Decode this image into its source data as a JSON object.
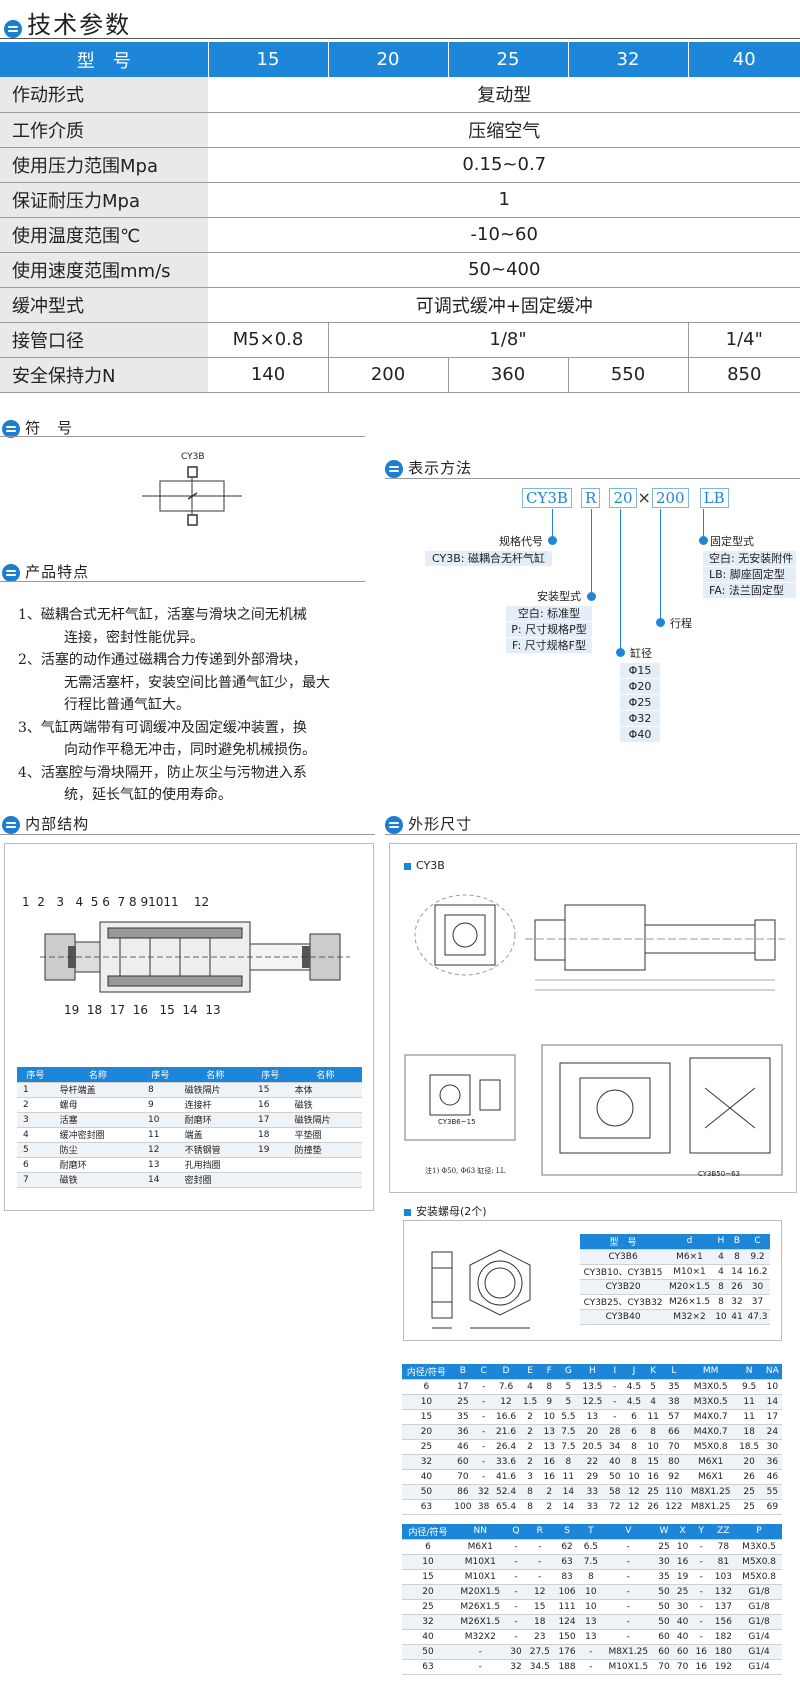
{
  "sections": {
    "specs": "技术参数",
    "symbol": "符　号",
    "notation": "表示方法",
    "features": "产品特点",
    "structure": "内部结构",
    "dimensions": "外形尺寸"
  },
  "spec_table": {
    "header": [
      "型　号",
      "15",
      "20",
      "25",
      "32",
      "40"
    ],
    "rows": [
      {
        "label": "作动形式",
        "value": "复动型"
      },
      {
        "label": "工作介质",
        "value": "压缩空气"
      },
      {
        "label": "使用压力范围Mpa",
        "value": "0.15~0.7"
      },
      {
        "label": "保证耐压力Mpa",
        "value": "1"
      },
      {
        "label": "使用温度范围℃",
        "value": "-10~60"
      },
      {
        "label": "使用速度范围mm/s",
        "value": "50~400"
      },
      {
        "label": "缓冲型式",
        "value": "可调式缓冲+固定缓冲"
      }
    ],
    "port": {
      "label": "接管口径",
      "v15": "M5×0.8",
      "v2032": "1/8\"",
      "v40": "1/4\""
    },
    "hold": {
      "label": "安全保持力N",
      "values": [
        "140",
        "200",
        "360",
        "550",
        "850"
      ]
    }
  },
  "symbol": {
    "caption": "CY3B"
  },
  "notation": {
    "code": [
      "CY3B",
      "R",
      "20",
      "×",
      "200",
      "LB"
    ],
    "spec_code": {
      "title": "规格代号",
      "items": [
        "CY3B: 磁耦合无杆气缸"
      ]
    },
    "mount": {
      "title": "安装型式",
      "items": [
        "空白: 标准型",
        "P: 尺寸规格P型",
        "F: 尺寸规格F型"
      ]
    },
    "bore": {
      "title": "缸径",
      "items": [
        "Φ15",
        "Φ20",
        "Φ25",
        "Φ32",
        "Φ40"
      ]
    },
    "stroke": {
      "title": "行程"
    },
    "fix": {
      "title": "固定型式",
      "items": [
        "空白: 无安装附件",
        "LB: 脚座固定型",
        "FA: 法兰固定型"
      ]
    }
  },
  "features": [
    {
      "first": "1、磁耦合式无杆气缸，活塞与滑块之间无机械",
      "rest": "连接，密封性能优异。"
    },
    {
      "first": "2、活塞的动作通过磁耦合力传递到外部滑块，",
      "rest": "无需活塞杆，安装空间比普通气缸少，最大"
    },
    {
      "first": "",
      "rest": "行程比普通气缸大。"
    },
    {
      "first": "3、气缸两端带有可调缓冲及固定缓冲装置，换",
      "rest": "向动作平稳无冲击，同时避免机械损伤。"
    },
    {
      "first": "4、活塞腔与滑块隔开，防止灰尘与污物进入系",
      "rest": "统，延长气缸的使用寿命。"
    }
  ],
  "structure": {
    "top_numbers": [
      "1",
      "2",
      "3",
      "4",
      "5",
      "6",
      "7",
      "8",
      "9",
      "10",
      "11",
      "12"
    ],
    "bottom_numbers": [
      "19",
      "18",
      "17",
      "16",
      "15",
      "14",
      "13"
    ],
    "parts_header": [
      "序号",
      "名称",
      "序号",
      "名称",
      "序号",
      "名称"
    ],
    "parts": [
      [
        "1",
        "导杆端盖",
        "8",
        "磁铁隔片",
        "15",
        "本体"
      ],
      [
        "2",
        "螺母",
        "9",
        "连接杆",
        "16",
        "磁铁"
      ],
      [
        "3",
        "活塞",
        "10",
        "耐磨环",
        "17",
        "磁铁隔片"
      ],
      [
        "4",
        "缓冲密封圈",
        "11",
        "端盖",
        "18",
        "平垫圈"
      ],
      [
        "5",
        "防尘",
        "12",
        "不锈钢管",
        "19",
        "防撞垫"
      ],
      [
        "6",
        "耐磨环",
        "13",
        "孔用挡圈",
        "",
        ""
      ],
      [
        "7",
        "磁铁",
        "14",
        "密封圈",
        "",
        ""
      ]
    ]
  },
  "dimensions": {
    "model_label": "CY3B",
    "view1_caption": "CY3B6~15",
    "view2_caption": "CY3B50~63",
    "note": "注1) Φ50, Φ63 缸径: LL",
    "nut_title": "安装螺母(2个)",
    "nut_header": [
      "型　号",
      "d",
      "H",
      "B",
      "C"
    ],
    "nut_rows": [
      [
        "CY3B6",
        "M6×1",
        "4",
        "8",
        "9.2"
      ],
      [
        "CY3B10、CY3B15",
        "M10×1",
        "4",
        "14",
        "16.2"
      ],
      [
        "CY3B20",
        "M20×1.5",
        "8",
        "26",
        "30"
      ],
      [
        "CY3B25、CY3B32",
        "M26×1.5",
        "8",
        "32",
        "37"
      ],
      [
        "CY3B40",
        "M32×2",
        "10",
        "41",
        "47.3"
      ]
    ],
    "t1_header": [
      "内径/符号",
      "B",
      "C",
      "D",
      "E",
      "F",
      "G",
      "H",
      "I",
      "J",
      "K",
      "L",
      "MM",
      "N",
      "NA"
    ],
    "t1_rows": [
      [
        "6",
        "17",
        "-",
        "7.6",
        "4",
        "8",
        "5",
        "13.5",
        "-",
        "4.5",
        "5",
        "35",
        "M3X0.5",
        "9.5",
        "10"
      ],
      [
        "10",
        "25",
        "-",
        "12",
        "1.5",
        "9",
        "5",
        "12.5",
        "-",
        "4.5",
        "4",
        "38",
        "M3X0.5",
        "11",
        "14"
      ],
      [
        "15",
        "35",
        "-",
        "16.6",
        "2",
        "10",
        "5.5",
        "13",
        "-",
        "6",
        "11",
        "57",
        "M4X0.7",
        "11",
        "17"
      ],
      [
        "20",
        "36",
        "-",
        "21.6",
        "2",
        "13",
        "7.5",
        "20",
        "28",
        "6",
        "8",
        "66",
        "M4X0.7",
        "18",
        "24"
      ],
      [
        "25",
        "46",
        "-",
        "26.4",
        "2",
        "13",
        "7.5",
        "20.5",
        "34",
        "8",
        "10",
        "70",
        "M5X0.8",
        "18.5",
        "30"
      ],
      [
        "32",
        "60",
        "-",
        "33.6",
        "2",
        "16",
        "8",
        "22",
        "40",
        "8",
        "15",
        "80",
        "M6X1",
        "20",
        "36"
      ],
      [
        "40",
        "70",
        "-",
        "41.6",
        "3",
        "16",
        "11",
        "29",
        "50",
        "10",
        "16",
        "92",
        "M6X1",
        "26",
        "46"
      ],
      [
        "50",
        "86",
        "32",
        "52.4",
        "8",
        "2",
        "14",
        "33",
        "58",
        "12",
        "25",
        "110",
        "M8X1.25",
        "25",
        "55"
      ],
      [
        "63",
        "100",
        "38",
        "65.4",
        "8",
        "2",
        "14",
        "33",
        "72",
        "12",
        "26",
        "122",
        "M8X1.25",
        "25",
        "69"
      ]
    ],
    "t2_header": [
      "内径/符号",
      "NN",
      "Q",
      "R",
      "S",
      "T",
      "V",
      "W",
      "X",
      "Y",
      "ZZ",
      "P"
    ],
    "t2_rows": [
      [
        "6",
        "M6X1",
        "-",
        "-",
        "62",
        "6.5",
        "-",
        "25",
        "10",
        "-",
        "78",
        "M3X0.5"
      ],
      [
        "10",
        "M10X1",
        "-",
        "-",
        "63",
        "7.5",
        "-",
        "30",
        "16",
        "-",
        "81",
        "M5X0.8"
      ],
      [
        "15",
        "M10X1",
        "-",
        "-",
        "83",
        "8",
        "-",
        "35",
        "19",
        "-",
        "103",
        "M5X0.8"
      ],
      [
        "20",
        "M20X1.5",
        "-",
        "12",
        "106",
        "10",
        "-",
        "50",
        "25",
        "-",
        "132",
        "G1/8"
      ],
      [
        "25",
        "M26X1.5",
        "-",
        "15",
        "111",
        "10",
        "-",
        "50",
        "30",
        "-",
        "137",
        "G1/8"
      ],
      [
        "32",
        "M26X1.5",
        "-",
        "18",
        "124",
        "13",
        "-",
        "50",
        "40",
        "-",
        "156",
        "G1/8"
      ],
      [
        "40",
        "M32X2",
        "-",
        "23",
        "150",
        "13",
        "-",
        "60",
        "40",
        "-",
        "182",
        "G1/4"
      ],
      [
        "50",
        "-",
        "30",
        "27.5",
        "176",
        "-",
        "M8X1.25",
        "60",
        "60",
        "16",
        "180",
        "G1/4"
      ],
      [
        "63",
        "-",
        "32",
        "34.5",
        "188",
        "-",
        "M10X1.5",
        "70",
        "70",
        "16",
        "192",
        "G1/4"
      ]
    ]
  }
}
